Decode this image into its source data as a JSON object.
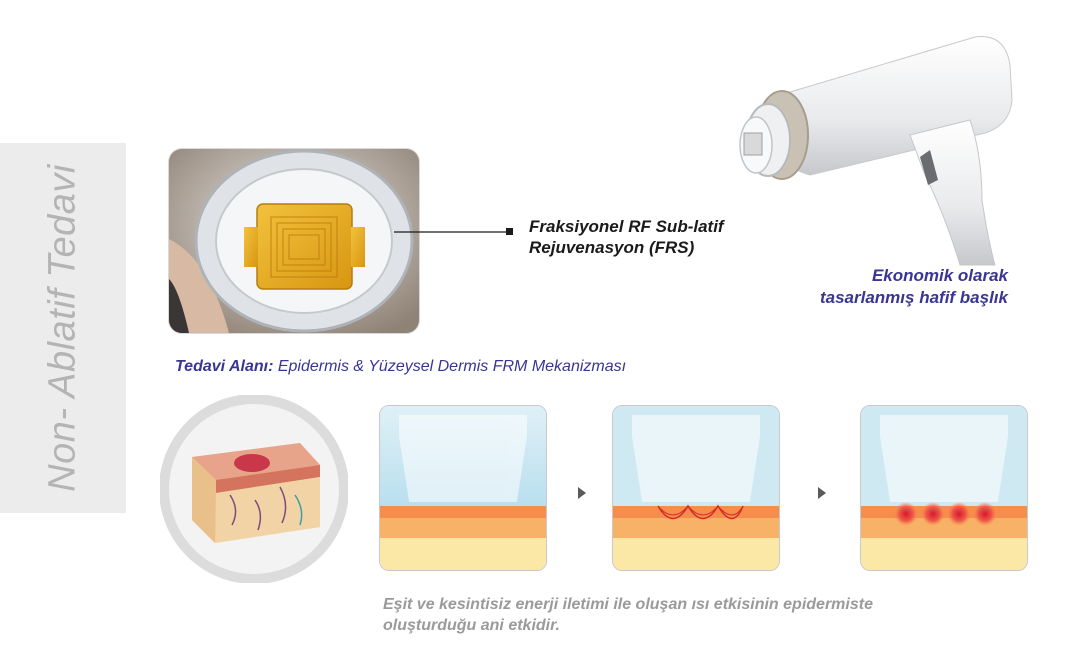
{
  "side_title": "Non- Ablatif Tedavi",
  "frs_label": {
    "line1": "Fraksiyonel RF Sub-latif",
    "line2": "Rejuvenasyon (FRS)"
  },
  "eco_label": {
    "line1": "Ekonomik olarak",
    "line2": "tasarlanmış hafif başlık"
  },
  "treatment_area": {
    "label": "Tedavi Alanı:",
    "text": " Epidermis & Yüzeysel Dermis FRM Mekanizması"
  },
  "caption": {
    "line1": "Eşit ve kesintisiz enerji iletimi ile oluşan ısı etkisinin epidermiste",
    "line2": "oluşturduğu ani etkidir."
  },
  "colors": {
    "accent": "#3a3594",
    "side_text": "#b4b4b4",
    "caption_text": "#9a9a9a"
  }
}
